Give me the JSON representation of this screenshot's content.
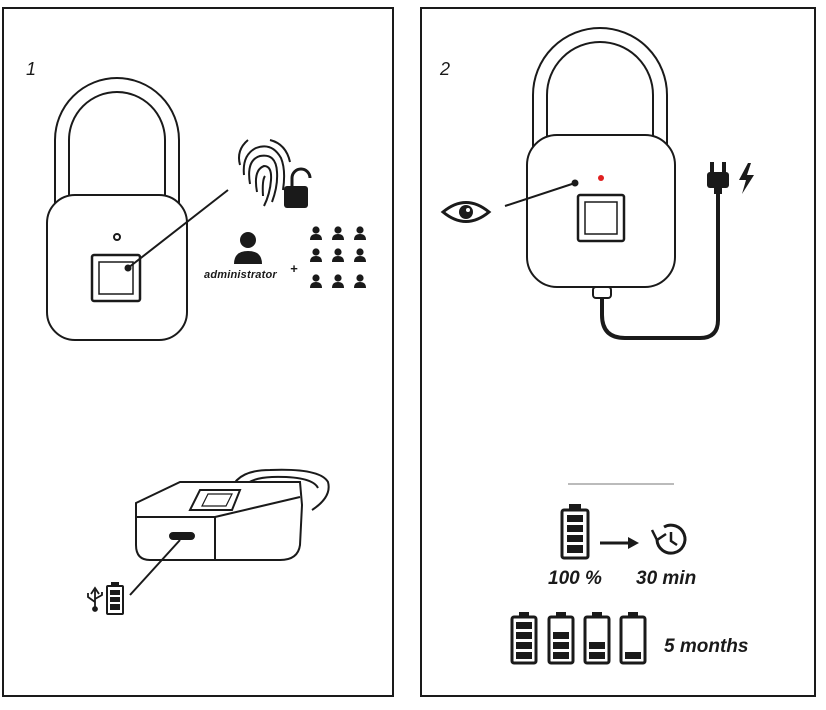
{
  "panels": [
    {
      "number": "1",
      "labels": {
        "administrator": "administrator",
        "plus": "+"
      }
    },
    {
      "number": "2",
      "labels": {
        "charge_level": "100 %",
        "charge_time": "30 min",
        "battery_life": "5 months"
      }
    }
  ],
  "colors": {
    "stroke": "#1a1a1a",
    "indicator_dot": "#e02020",
    "divider": "#bbbbbb",
    "background": "#ffffff"
  },
  "icons": {
    "panel1": [
      "padlock-icon",
      "fingerprint-icon",
      "unlocked-lock-icon",
      "administrator-icon",
      "user-group-icon",
      "usb-icon",
      "battery-icon"
    ],
    "panel2": [
      "padlock-icon",
      "eye-icon",
      "power-plug-icon",
      "lightning-icon",
      "battery-full-icon",
      "arrow-right-icon",
      "timer-icon",
      "battery-levels-icon"
    ]
  }
}
